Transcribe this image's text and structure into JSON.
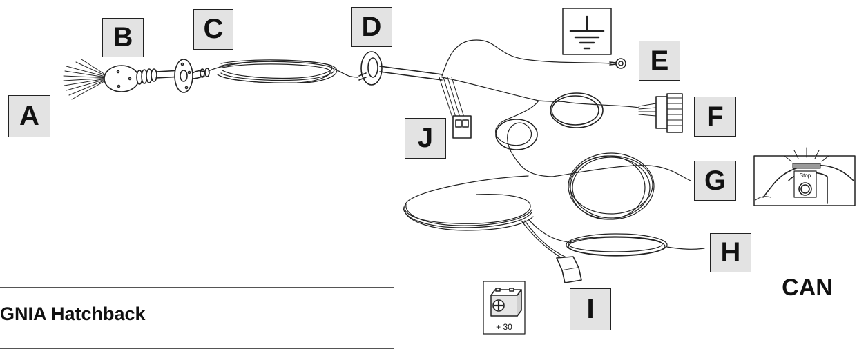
{
  "labels": {
    "a": "A",
    "b": "B",
    "c": "C",
    "d": "D",
    "e": "E",
    "f": "F",
    "g": "G",
    "h": "H",
    "i": "I",
    "j": "J"
  },
  "title": "GNIA Hatchback",
  "can_text": "CAN",
  "battery_text": "+ 30",
  "stop_text": "Stop",
  "icons": {
    "ground": "ground-symbol-icon",
    "battery": "battery-icon",
    "brake_light": "brake-light-icon"
  },
  "colors": {
    "ink": "#222222",
    "label_fill": "#e3e3e3"
  }
}
